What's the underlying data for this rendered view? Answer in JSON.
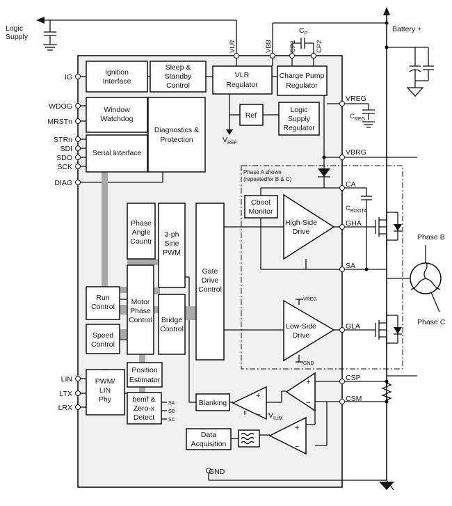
{
  "external": {
    "logic_supply": [
      "Logic",
      "Supply"
    ],
    "battery": "Battery +",
    "cp_cap": "C",
    "cp_cap_sub": "P",
    "creg": "C",
    "creg_sub": "REG",
    "cboot": "C",
    "cboot_sub": "BOOTA",
    "phase_b": "Phase B",
    "phase_c": "Phase C"
  },
  "pins": {
    "vlr": "VLR",
    "vbb": "VBB",
    "cp1": "CP1",
    "cp2": "CP2",
    "ig": "IG",
    "wdog": "WDOG",
    "mrstn": "MRSTn",
    "strn": "STRn",
    "sdi": "SDI",
    "sdo": "SDO",
    "sck": "SCK",
    "diag": "DIAG",
    "lin": "LIN",
    "ltx": "LTX",
    "lrx": "LRX",
    "vreg": "VREG",
    "vbrg": "VBRG",
    "ca": "CA",
    "gha": "GHA",
    "sa": "SA",
    "gla": "GLA",
    "csp": "CSP",
    "csm": "CSM",
    "gnd": "GND"
  },
  "blocks": {
    "ignition": [
      "Ignition",
      "Interface"
    ],
    "sleep": [
      "Sleep &",
      "Standby",
      "Control"
    ],
    "vlr_reg": [
      "VLR",
      "Regulator"
    ],
    "charge_pump": [
      "Charge Pump",
      "Regulator"
    ],
    "window_wd": [
      "Window",
      "Watchdog"
    ],
    "diagnostics": [
      "Diagnostics &",
      "Protection"
    ],
    "ref": "Ref",
    "logic_reg": [
      "Logic",
      "Supply",
      "Regulator"
    ],
    "serial": "Serial Interface",
    "phase_angle": [
      "Phase",
      "Angle",
      "Countr"
    ],
    "sine_pwm": [
      "3-ph",
      "Sine",
      "PWM"
    ],
    "gate_drive": [
      "Gate",
      "Drive",
      "Control"
    ],
    "run_control": [
      "Run",
      "Control"
    ],
    "motor_phase": [
      "Motor",
      "Phase",
      "Control"
    ],
    "bridge": [
      "Bridge",
      "Control"
    ],
    "speed": [
      "Speed",
      "Control"
    ],
    "position": [
      "Position",
      "Estimator"
    ],
    "pwm_lin": [
      "PWM/",
      "LIN",
      "Phy"
    ],
    "bemf": [
      "bemf &",
      "Zero-x",
      "Detect"
    ],
    "blanking": "Blanking",
    "data_acq": [
      "Data",
      "Acquisition"
    ],
    "cboot_mon": [
      "Cboot",
      "Monitor"
    ],
    "high_side": [
      "High-Side",
      "Drive"
    ],
    "low_side": [
      "Low-Side",
      "Drive"
    ]
  },
  "labels": {
    "vref": "V",
    "vref_sub": "REF",
    "phase_a_note": [
      "Phase A shown",
      "(repeatedfor B & C)"
    ],
    "ls_vreg": "VREG",
    "ls_gnd": "GND",
    "bemf_sa": "SA",
    "bemf_sb": "SB",
    "bemf_sc": "SC",
    "vilim": "V",
    "vilim_sub": "ILIM",
    "plus": "+",
    "minus": "−"
  }
}
